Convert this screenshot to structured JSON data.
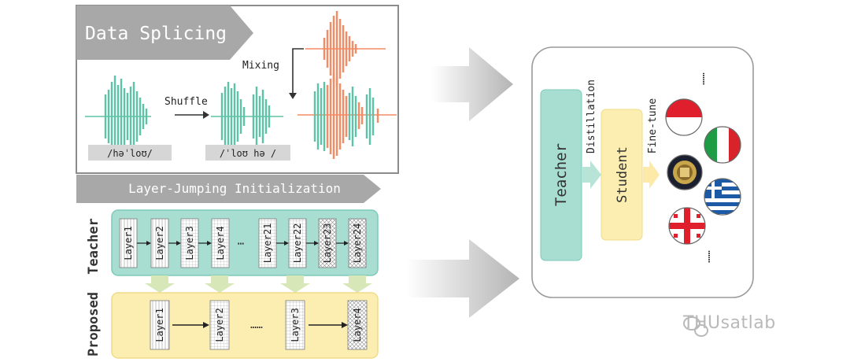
{
  "splicing": {
    "title": "Data Splicing",
    "shuffle": "Shuffle",
    "mixing": "Mixing",
    "phon1": "/həˈloʊ/",
    "phon2": "/ˈloʊ hə /"
  },
  "ljinit": {
    "title": "Layer-Jumping Initialization"
  },
  "teacher_row": {
    "side_label": "Teacher",
    "layers": [
      "Layer1",
      "Layer2",
      "Layer3",
      "Layer4",
      "Layer21",
      "Layer22",
      "Layer23",
      "Layer24"
    ],
    "ellipsis": "⋯"
  },
  "proposed_row": {
    "side_label": "Proposed",
    "layers": [
      "Layer1",
      "Layer2",
      "Layer3",
      "Layer4"
    ],
    "ellipsis": "……"
  },
  "distill": {
    "teacher": "Teacher",
    "student": "Student",
    "distillation": "Distillation",
    "finetune": "Fine-tune",
    "dots_top": "……",
    "dots_bottom": "……"
  },
  "watermark": {
    "text": "THUsatlab"
  },
  "colors": {
    "teal": "#5cc3a6",
    "orange": "#f58a64",
    "teal_panel": "#a8ddd2",
    "yellow_panel": "#fbeeb0",
    "header_gray": "#a8a8a8"
  }
}
